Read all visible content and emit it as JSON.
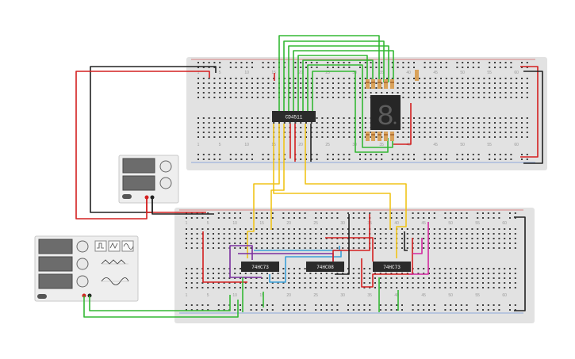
{
  "components": {
    "decoder_chip": {
      "label": "CD4511"
    },
    "chip_left": {
      "label": "74HC73"
    },
    "chip_mid": {
      "label": "74HC08"
    },
    "chip_right": {
      "label": "74HC73"
    },
    "display_digit": "8"
  },
  "breadboards": {
    "top": {
      "col_numbers": [
        "1",
        "5",
        "10",
        "15",
        "20",
        "25",
        "30",
        "35",
        "40",
        "45",
        "50",
        "55",
        "60"
      ]
    },
    "bottom": {
      "col_numbers": [
        "1",
        "5",
        "10",
        "15",
        "20",
        "25",
        "30",
        "35",
        "40",
        "45",
        "50",
        "55",
        "60"
      ]
    }
  },
  "colors": {
    "red": "#d42020",
    "black": "#222222",
    "green": "#33b833",
    "yellow": "#f0c419",
    "purple": "#7b2f9e",
    "blue": "#3aa0d8",
    "magenta": "#d3289f",
    "board": "#e2e2e2",
    "chip": "#2b2b2b"
  },
  "icons": [
    "square-wave-icon",
    "triangle-wave-icon",
    "sine-wave-icon",
    "power-switch-icon",
    "knob-icon"
  ]
}
